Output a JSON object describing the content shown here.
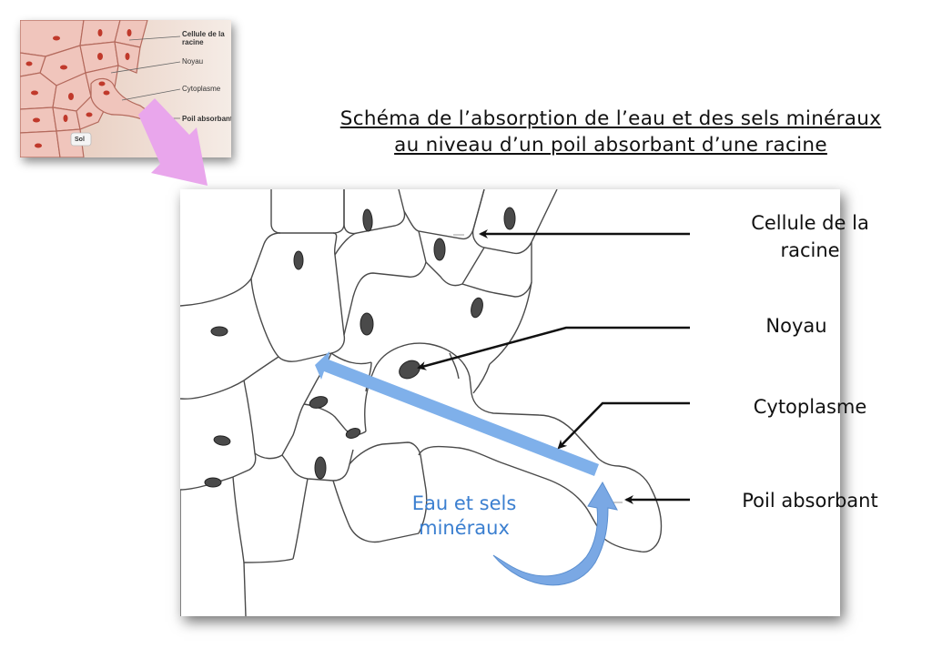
{
  "thumbnail": {
    "labels": {
      "cellule": "Cellule de la racine",
      "noyau": "Noyau",
      "cytoplasme": "Cytoplasme",
      "poil": "Poil absorbant",
      "sol": "Sol"
    }
  },
  "title": "Schéma de l’absorption de l’eau et des sels minéraux au niveau d’un poil absorbant d’une racine",
  "diagram": {
    "labels": {
      "cellule": "Cellule de la racine",
      "noyau": "Noyau",
      "cytoplasme": "Cytoplasme",
      "poil": "Poil absorbant"
    },
    "water_label": "Eau et sels minéraux",
    "colors": {
      "water_arrow": "#7fb0ea",
      "water_text": "#3b7fd0",
      "pointer_arrow": "#e9a6ec"
    }
  }
}
